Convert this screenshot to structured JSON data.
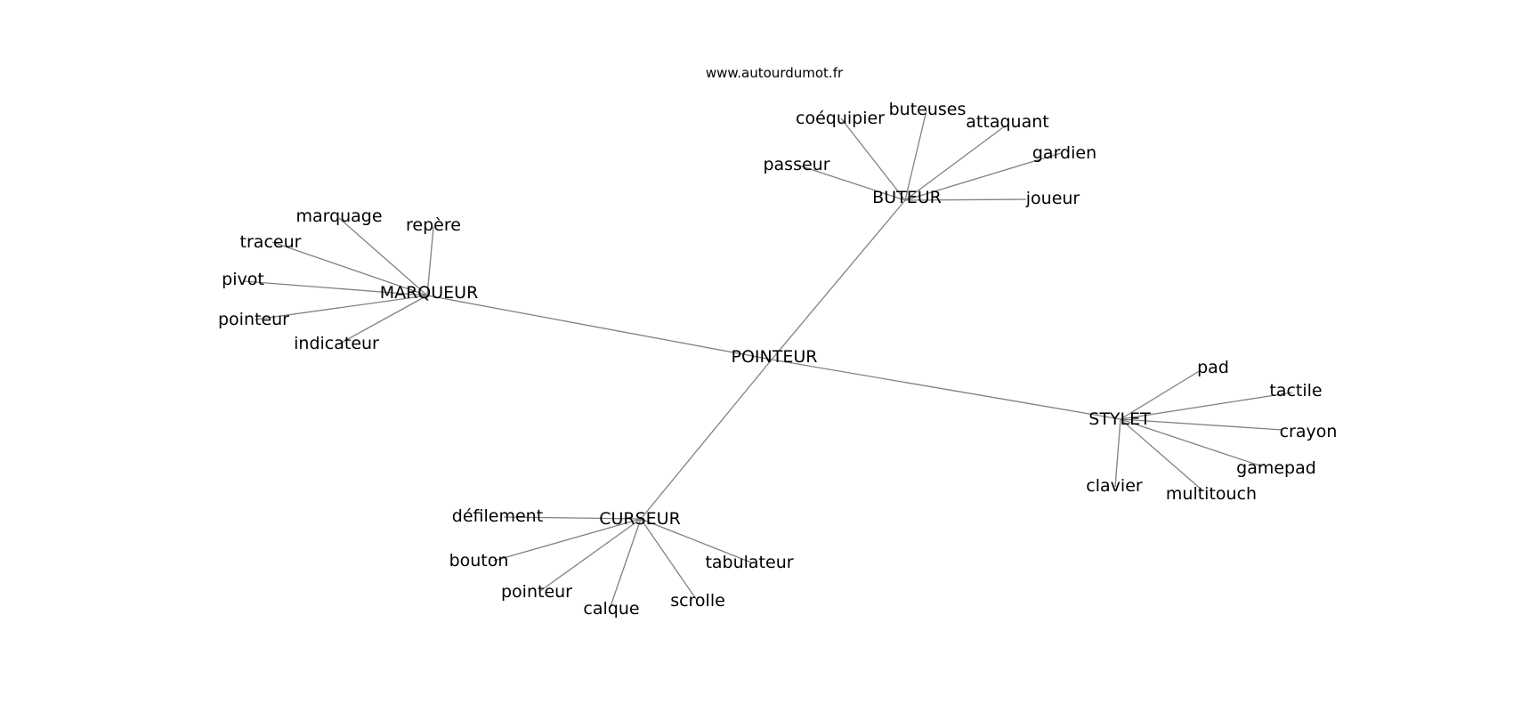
{
  "source": "www.autourdumot.fr",
  "center": "POINTEUR",
  "clusters": [
    {
      "id": "buteur",
      "label": "BUTEUR",
      "leaves": [
        "passeur",
        "coéquipier",
        "buteuses",
        "attaquant",
        "gardien",
        "joueur"
      ]
    },
    {
      "id": "marqueur",
      "label": "MARQUEUR",
      "leaves": [
        "marquage",
        "repère",
        "traceur",
        "pivot",
        "pointeur",
        "indicateur"
      ]
    },
    {
      "id": "stylet",
      "label": "STYLET",
      "leaves": [
        "pad",
        "tactile",
        "crayon",
        "gamepad",
        "multitouch",
        "clavier"
      ]
    },
    {
      "id": "curseur",
      "label": "CURSEUR",
      "leaves": [
        "défilement",
        "bouton",
        "pointeur",
        "calque",
        "scrolle",
        "tabulateur"
      ]
    }
  ]
}
